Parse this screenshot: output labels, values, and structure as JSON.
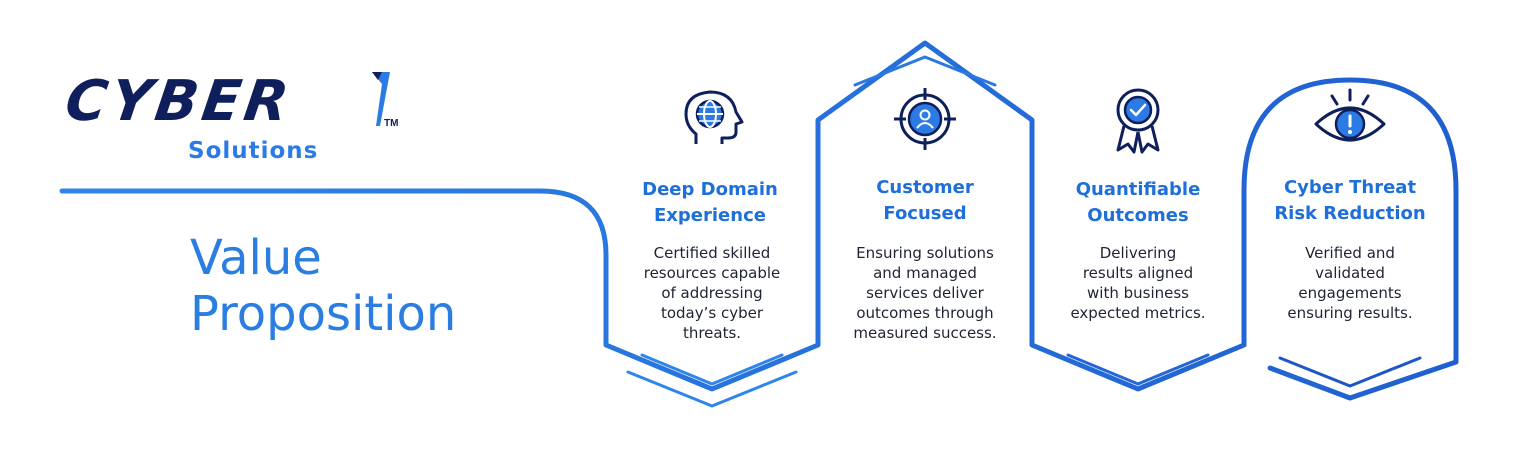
{
  "brand": {
    "name": "CYBER",
    "trademark": "TM",
    "subtitle": "Solutions"
  },
  "headline": {
    "line1": "Value",
    "line2": "Proposition"
  },
  "cards": [
    {
      "icon": "globe-head-icon",
      "title_line1": "Deep Domain",
      "title_line2": "Experience",
      "desc": [
        "Certified skilled",
        "resources capable",
        "of addressing",
        "today’s cyber",
        "threats."
      ]
    },
    {
      "icon": "target-user-icon",
      "title_line1": "Customer",
      "title_line2": "Focused",
      "desc": [
        "Ensuring solutions",
        "and managed",
        "services deliver",
        "outcomes through",
        "measured success."
      ]
    },
    {
      "icon": "award-badge-icon",
      "title_line1": "Quantifiable",
      "title_line2": "Outcomes",
      "desc": [
        "Delivering",
        "results aligned",
        "with business",
        "expected metrics."
      ]
    },
    {
      "icon": "eye-alert-icon",
      "title_line1": "Cyber Threat",
      "title_line2": "Risk Reduction",
      "desc": [
        "Verified and",
        "validated",
        "engagements",
        "ensuring results."
      ]
    }
  ],
  "colors": {
    "navy": "#0f1f5c",
    "accent_blue": "#2a7de1",
    "title_blue": "#1e6fd9",
    "line_dark_blue": "#1f4fb8"
  }
}
